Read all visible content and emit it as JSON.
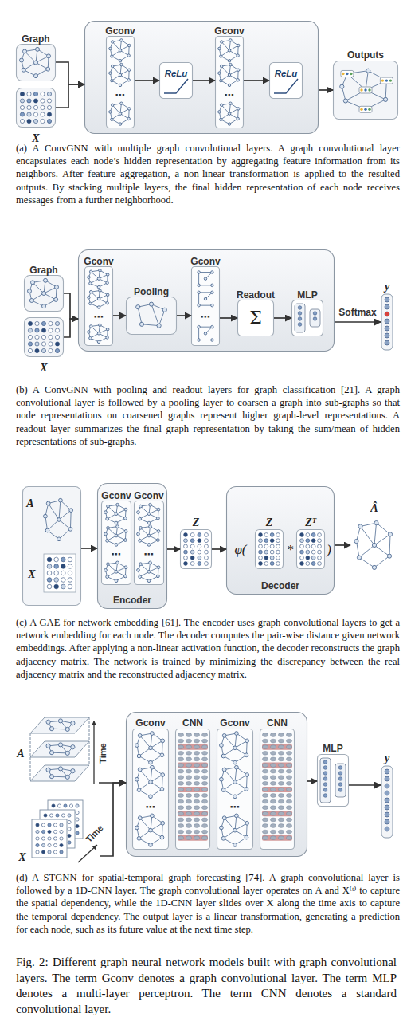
{
  "diagram": {
    "caption": "Fig. 2: Different graph neural network models built with graph convolutional layers. The term Gconv denotes a graph convolutional layer. The term MLP denotes a multi-layer perceptron. The term CNN denotes a standard convolutional layer.",
    "nodes": [
      {
        "text": [
          "Graph"
        ]
      },
      {
        "text": [
          "X"
        ]
      },
      {
        "text": []
      },
      {
        "text": [
          "Gconv",
          "⋯"
        ],
        "in": 2
      },
      {
        "text": [
          "ReLu"
        ],
        "in": 2
      },
      {
        "text": [
          "Gconv",
          "⋯"
        ],
        "in": 2
      },
      {
        "text": [
          "ReLu"
        ],
        "in": 2
      },
      {
        "text": [
          "Outputs"
        ]
      },
      {
        "text": [
          "Graph"
        ]
      },
      {
        "text": [
          "X"
        ]
      },
      {
        "text": []
      },
      {
        "text": [
          "Gconv",
          "⋯"
        ],
        "in": 10
      },
      {
        "text": [
          "Pooling"
        ],
        "in": 10
      },
      {
        "text": [
          "Gconv",
          "⋯"
        ],
        "in": 10
      },
      {
        "text": [
          "Readout",
          "Σ"
        ],
        "in": 10
      },
      {
        "text": [
          "MLP"
        ],
        "in": 10
      },
      {
        "text": [
          "y"
        ]
      },
      {
        "text": []
      },
      {
        "text": [
          "A"
        ],
        "in": 17
      },
      {
        "text": [
          "X"
        ],
        "in": 17
      },
      {
        "text": [
          "Encoder"
        ]
      },
      {
        "text": [
          "Gconv",
          "⋯"
        ],
        "in": 20
      },
      {
        "text": [
          "Gconv",
          "⋯"
        ],
        "in": 20
      },
      {
        "text": [
          "Z"
        ]
      },
      {
        "text": [
          "φ(",
          "*",
          ")",
          "Decoder"
        ]
      },
      {
        "text": [
          "Z"
        ],
        "in": 24
      },
      {
        "text": [
          "Zᵀ"
        ],
        "in": 24
      },
      {
        "text": [
          "Â"
        ]
      },
      {
        "text": [
          "A",
          "Time"
        ]
      },
      {
        "text": [
          "X",
          "Time"
        ]
      },
      {
        "text": []
      },
      {
        "text": [
          "Gconv",
          "⋯"
        ],
        "in": 30
      },
      {
        "text": [
          "CNN"
        ],
        "in": 30
      },
      {
        "text": [
          "Gconv",
          "⋯"
        ],
        "in": 30
      },
      {
        "text": [
          "CNN"
        ],
        "in": 30
      },
      {
        "text": [
          "MLP"
        ]
      },
      {
        "text": [
          "y"
        ]
      }
    ],
    "edges": [
      {
        "from": 0,
        "to": 2,
        "arrow": "to"
      },
      {
        "from": 1,
        "to": 2,
        "arrow": "to"
      },
      {
        "from": 3,
        "to": 4,
        "arrow": "to"
      },
      {
        "from": 4,
        "to": 5,
        "arrow": "to"
      },
      {
        "from": 5,
        "to": 6,
        "arrow": "to"
      },
      {
        "from": 2,
        "to": 7,
        "arrow": "to"
      },
      {
        "from": 8,
        "to": 10,
        "arrow": "to"
      },
      {
        "from": 9,
        "to": 10,
        "arrow": "to"
      },
      {
        "from": 11,
        "to": 12,
        "arrow": "to"
      },
      {
        "from": 12,
        "to": 13,
        "arrow": "to"
      },
      {
        "from": 13,
        "to": 14,
        "arrow": "to"
      },
      {
        "from": 14,
        "to": 15,
        "arrow": "to"
      },
      {
        "from": 10,
        "to": 16,
        "label": "Softmax",
        "arrow": "to"
      },
      {
        "from": 17,
        "to": 20,
        "arrow": "to"
      },
      {
        "from": 20,
        "to": 23,
        "arrow": "to"
      },
      {
        "from": 23,
        "to": 24,
        "arrow": "to"
      },
      {
        "from": 24,
        "to": 27,
        "arrow": "to"
      },
      {
        "from": 28,
        "to": 30,
        "arrow": "to"
      },
      {
        "from": 29,
        "to": 30,
        "arrow": "to"
      },
      {
        "from": 30,
        "to": 35,
        "arrow": "to"
      },
      {
        "from": 35,
        "to": 36,
        "arrow": "to"
      }
    ],
    "labels": [
      "(a) A ConvGNN with multiple graph convolutional layers. A graph convolutional layer encapsulates each node’s hidden representation by aggregating feature information from its neighbors. After feature aggregation, a non-linear transformation is applied to the resulted outputs. By stacking multiple layers, the final hidden representation of each node receives messages from a further neighborhood.",
      "(b) A ConvGNN with pooling and readout layers for graph classification [21]. A graph convolutional layer is followed by a pooling layer to coarsen a graph into sub-graphs so that node representations on coarsened graphs represent higher graph-level representations. A readout layer summarizes the final graph representation by taking the sum/mean of hidden representations of sub-graphs.",
      "(c) A GAE for network embedding [61]. The encoder uses graph convolutional layers to get a network embedding for each node. The decoder computes the pair-wise distance given network embeddings. After applying a non-linear activation function, the decoder reconstructs the graph adjacency matrix. The network is trained by minimizing the discrepancy between the real adjacency matrix and the reconstructed adjacency matrix.",
      "(d) A STGNN for spatial-temporal graph forecasting [74]. A graph convolutional layer is followed by a 1D-CNN layer. The graph convolutional layer operates on A and X⁽ᵗ⁾ to capture the spatial dependency, while the 1D-CNN layer slides over X along the time axis to capture the temporal dependency. The output layer is a linear transformation, generating a prediction for each node, such as its future value at the next time step."
    ]
  }
}
